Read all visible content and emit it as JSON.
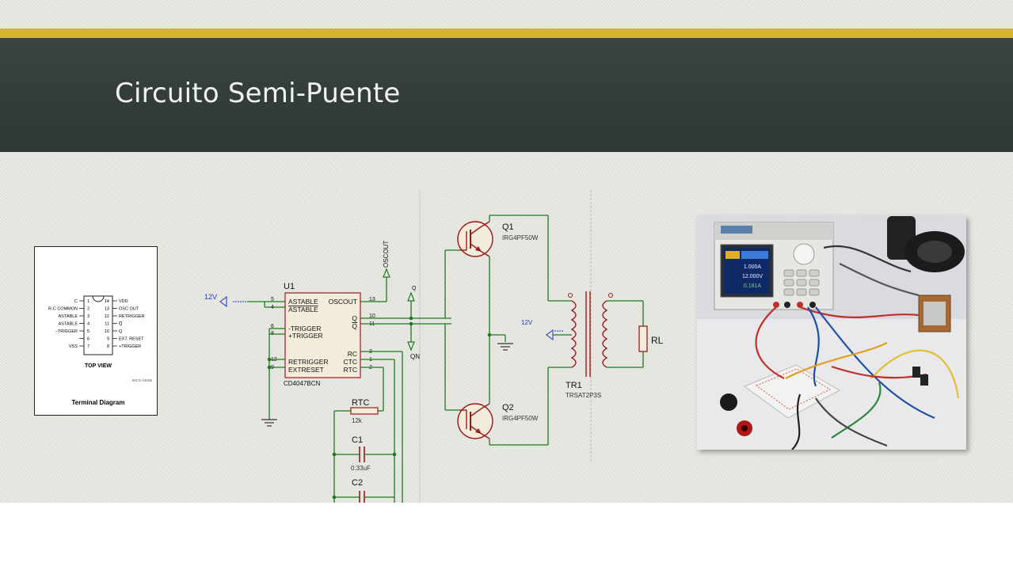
{
  "slide": {
    "title": "Circuito Semi-Puente"
  },
  "terminal_diagram": {
    "left_pins": [
      {
        "label": "C",
        "num": "1"
      },
      {
        "label": "R-C COMMON",
        "num": "2"
      },
      {
        "label": "ASTABLE",
        "num": "3"
      },
      {
        "label": "ASTABLE",
        "num": "4"
      },
      {
        "label": "−TRIGGER",
        "num": "5"
      },
      {
        "label": "",
        "num": "6"
      },
      {
        "label": "VSS",
        "num": "7"
      }
    ],
    "right_pins": [
      {
        "label": "VDD",
        "num": "14"
      },
      {
        "label": "OSC OUT",
        "num": "13"
      },
      {
        "label": "RETRIGGER",
        "num": "12"
      },
      {
        "label": "Q̅",
        "num": "11"
      },
      {
        "label": "Q",
        "num": "10"
      },
      {
        "label": "EXT. RESET",
        "num": "9"
      },
      {
        "label": "+TRIGGER",
        "num": "8"
      }
    ],
    "view_label": "TOP VIEW",
    "ref_code": "92CS-24636",
    "caption": "Terminal Diagram"
  },
  "schematic": {
    "u1": {
      "ref": "U1",
      "part": "CD4047BCN",
      "pins_left": [
        {
          "name": "ASTABLE",
          "num": "5"
        },
        {
          "name": "ASTABLE",
          "num": "4"
        },
        {
          "name": "-TRIGGER",
          "num": "6"
        },
        {
          "name": "+TRIGGER",
          "num": "8"
        },
        {
          "name": "RETRIGGER",
          "num": "12"
        },
        {
          "name": "EXTRESET",
          "num": "9"
        }
      ],
      "pins_right": [
        {
          "name": "OSCOUT",
          "num": "13"
        },
        {
          "name": "Q",
          "num": "10"
        },
        {
          "name": "Q",
          "num": "11"
        },
        {
          "name": "RC",
          "num": "3"
        },
        {
          "name": "CTC",
          "num": "1"
        },
        {
          "name": "RTC",
          "num": "2"
        }
      ]
    },
    "supply_label": "12V",
    "supply_label_2": "12V",
    "net_oscout": "OSCOUT",
    "net_q": "Q",
    "net_qn": "QN",
    "q1": {
      "ref": "Q1",
      "part": "IRG4PF50W"
    },
    "q2": {
      "ref": "Q2",
      "part": "IRG4PF50W"
    },
    "tr1": {
      "ref": "TR1",
      "part": "TRSAT2P3S"
    },
    "rl": {
      "ref": "RL"
    },
    "rtc": {
      "ref": "RTC",
      "value": "12k"
    },
    "c1": {
      "ref": "C1",
      "value": "0.33uF"
    },
    "c2": {
      "ref": "C2"
    }
  },
  "photo": {
    "psu_display": {
      "line1": "1.000A",
      "line2": "12.000V",
      "line3": "0.181A"
    }
  },
  "colors": {
    "gold": "#d4b62a",
    "band": "#333d3b",
    "wire": "#1e7a1e",
    "component": "#9b1c1c",
    "label_blue": "#2233cc"
  }
}
